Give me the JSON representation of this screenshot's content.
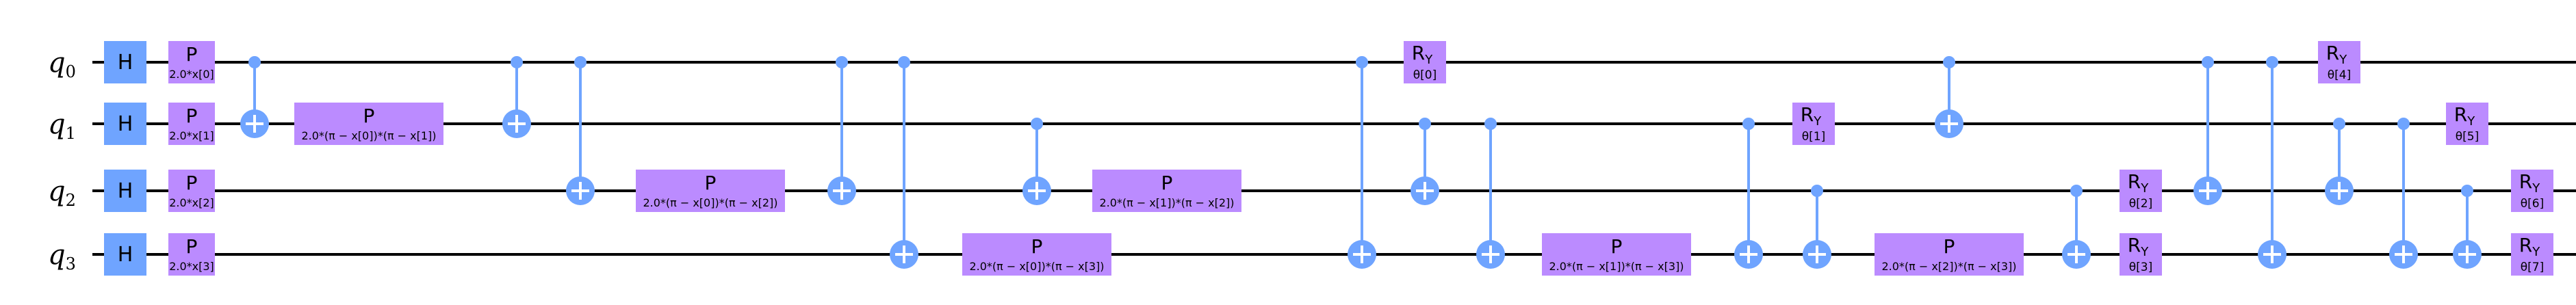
{
  "colors": {
    "h_gate": "#6fa4ff",
    "p_gate": "#bb8bff",
    "ry_gate": "#bb8bff",
    "cnot": "#6fa4ff",
    "wire": "#000000"
  },
  "qubits": [
    {
      "name": "q",
      "index": "0"
    },
    {
      "name": "q",
      "index": "1"
    },
    {
      "name": "q",
      "index": "2"
    },
    {
      "name": "q",
      "index": "3"
    }
  ],
  "gates": [
    {
      "type": "H",
      "label": "H",
      "qubit": 0,
      "col": 0
    },
    {
      "type": "H",
      "label": "H",
      "qubit": 1,
      "col": 0
    },
    {
      "type": "H",
      "label": "H",
      "qubit": 2,
      "col": 0
    },
    {
      "type": "H",
      "label": "H",
      "qubit": 3,
      "col": 0
    },
    {
      "type": "P",
      "label": "P",
      "param": "2.0*x[0]",
      "qubit": 0,
      "col": 1
    },
    {
      "type": "P",
      "label": "P",
      "param": "2.0*x[1]",
      "qubit": 1,
      "col": 1
    },
    {
      "type": "P",
      "label": "P",
      "param": "2.0*x[2]",
      "qubit": 2,
      "col": 1
    },
    {
      "type": "P",
      "label": "P",
      "param": "2.0*x[3]",
      "qubit": 3,
      "col": 1
    },
    {
      "type": "CX",
      "control": 0,
      "target": 1,
      "col": 2
    },
    {
      "type": "PW",
      "label": "P",
      "param": "2.0*(π − x[0])*(π − x[1])",
      "qubit": 1,
      "col": 3
    },
    {
      "type": "CX",
      "control": 0,
      "target": 1,
      "col": 4
    },
    {
      "type": "CX",
      "control": 0,
      "target": 2,
      "col": 5
    },
    {
      "type": "PW",
      "label": "P",
      "param": "2.0*(π − x[0])*(π − x[2])",
      "qubit": 2,
      "col": 6
    },
    {
      "type": "CX",
      "control": 0,
      "target": 2,
      "col": 7
    },
    {
      "type": "CX",
      "control": 0,
      "target": 3,
      "col": 8
    },
    {
      "type": "CX",
      "control": 1,
      "target": 2,
      "col": 9
    },
    {
      "type": "PW",
      "label": "P",
      "param": "2.0*(π − x[0])*(π − x[3])",
      "qubit": 3,
      "col": 9
    },
    {
      "type": "PW",
      "label": "P",
      "param": "2.0*(π − x[1])*(π − x[2])",
      "qubit": 2,
      "col": 10
    },
    {
      "type": "CX",
      "control": 0,
      "target": 3,
      "col": 11
    },
    {
      "type": "RY",
      "label": "R",
      "labelsub": "Y",
      "param": "θ[0]",
      "qubit": 0,
      "col": 12
    },
    {
      "type": "CX",
      "control": 1,
      "target": 2,
      "col": 12
    },
    {
      "type": "CX",
      "control": 1,
      "target": 3,
      "col": 13
    },
    {
      "type": "PW",
      "label": "P",
      "param": "2.0*(π − x[1])*(π − x[3])",
      "qubit": 3,
      "col": 14
    },
    {
      "type": "CX",
      "control": 1,
      "target": 3,
      "col": 15
    },
    {
      "type": "CX",
      "control": 2,
      "target": 3,
      "col": 16
    },
    {
      "type": "RY",
      "label": "R",
      "labelsub": "Y",
      "param": "θ[1]",
      "qubit": 1,
      "col": 17
    },
    {
      "type": "CX",
      "control": 0,
      "target": 1,
      "col": 18
    },
    {
      "type": "PW",
      "label": "P",
      "param": "2.0*(π − x[2])*(π − x[3])",
      "qubit": 3,
      "col": 19
    },
    {
      "type": "CX",
      "control": 2,
      "target": 3,
      "col": 20
    },
    {
      "type": "RY",
      "label": "R",
      "labelsub": "Y",
      "param": "θ[2]",
      "qubit": 2,
      "col": 21
    },
    {
      "type": "RY",
      "label": "R",
      "labelsub": "Y",
      "param": "θ[3]",
      "qubit": 3,
      "col": 21
    },
    {
      "type": "CX",
      "control": 0,
      "target": 2,
      "col": 22
    },
    {
      "type": "CX",
      "control": 0,
      "target": 3,
      "col": 23
    },
    {
      "type": "RY",
      "label": "R",
      "labelsub": "Y",
      "param": "θ[4]",
      "qubit": 0,
      "col": 24
    },
    {
      "type": "CX",
      "control": 1,
      "target": 2,
      "col": 24
    },
    {
      "type": "CX",
      "control": 1,
      "target": 3,
      "col": 25
    },
    {
      "type": "RY",
      "label": "R",
      "labelsub": "Y",
      "param": "θ[5]",
      "qubit": 1,
      "col": 26
    },
    {
      "type": "CX",
      "control": 2,
      "target": 3,
      "col": 26
    },
    {
      "type": "RY",
      "label": "R",
      "labelsub": "Y",
      "param": "θ[6]",
      "qubit": 2,
      "col": 27
    },
    {
      "type": "RY",
      "label": "R",
      "labelsub": "Y",
      "param": "θ[7]",
      "qubit": 3,
      "col": 27
    }
  ]
}
